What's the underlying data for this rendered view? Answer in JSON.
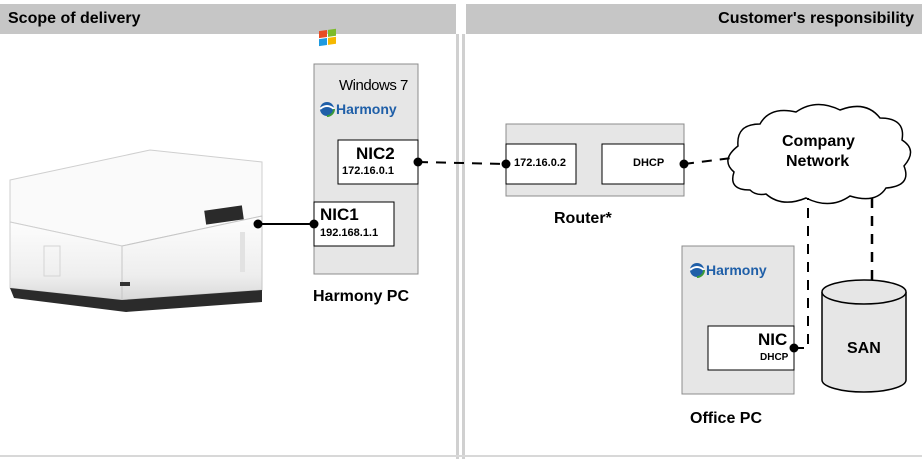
{
  "sections": {
    "left_title": "Scope of delivery",
    "right_title": "Customer's responsibility"
  },
  "harmony_pc": {
    "os_label": "Windows 7",
    "app_label": "Harmony",
    "nic2": {
      "name": "NIC2",
      "ip": "172.16.0.1"
    },
    "nic1": {
      "name": "NIC1",
      "ip": "192.168.1.1"
    },
    "caption": "Harmony PC"
  },
  "router": {
    "left_port": "172.16.0.2",
    "right_port": "DHCP",
    "caption": "Router*"
  },
  "network": {
    "line1": "Company",
    "line2": "Network"
  },
  "office_pc": {
    "app_label": "Harmony",
    "nic": {
      "name": "NIC",
      "mode": "DHCP"
    },
    "caption": "Office PC"
  },
  "storage": {
    "label": "SAN"
  },
  "colors": {
    "header_bg": "#c6c6c6",
    "panel_bg": "#e6e6e6",
    "divider": "#d0d0d0",
    "harmony_blue": "#1f5fa8",
    "harmony_green": "#3a9a3a"
  }
}
